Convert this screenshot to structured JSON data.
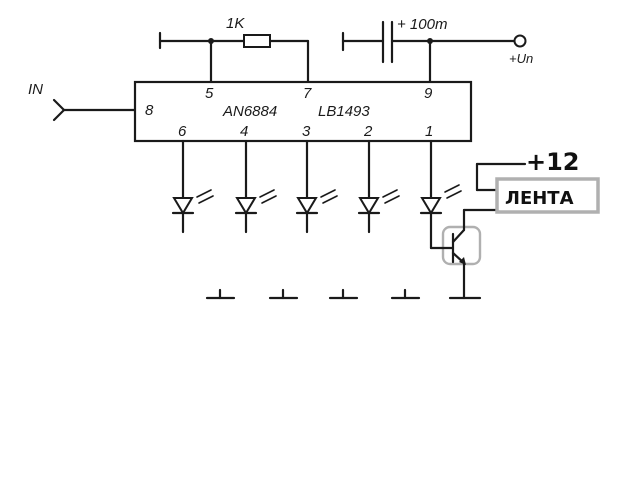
{
  "labels": {
    "resistor": "1K",
    "capacitor": "+ 100m",
    "supply": "+Un",
    "input": "IN",
    "chip_left": "AN6884",
    "chip_right": "LB1493",
    "power": "+12",
    "strip": "ЛЕНТА"
  },
  "pins": {
    "p5": "5",
    "p7": "7",
    "p9": "9",
    "p8": "8",
    "p6": "6",
    "p4": "4",
    "p3": "3",
    "p2": "2",
    "p1": "1"
  },
  "colors": {
    "ink": "#1a1a1a",
    "highlight": "#b0b0b0"
  }
}
